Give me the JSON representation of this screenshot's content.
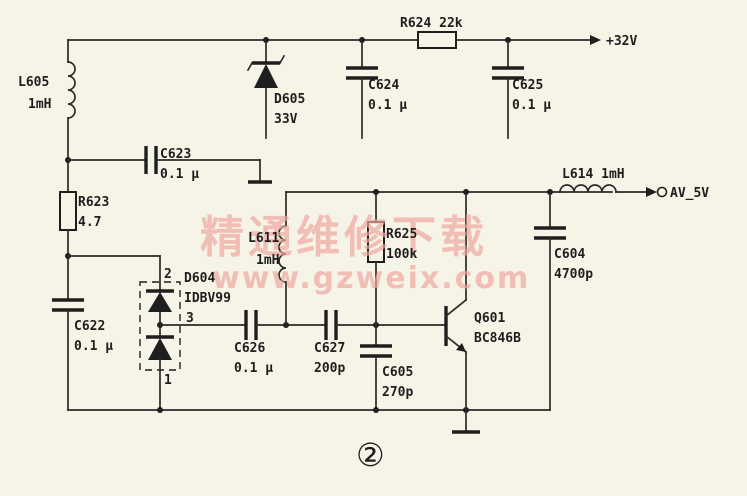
{
  "labels": {
    "r624": "R624 22k",
    "plus32": "+32V",
    "l605": "L605",
    "l605_val": "1mH",
    "d605": "D605",
    "d605_val": "33V",
    "c624": "C624",
    "c624_val": "0.1 µ",
    "c625": "C625",
    "c625_val": "0.1 µ",
    "c623": "C623",
    "c623_val": "0.1 µ",
    "l614": "L614 1mH",
    "av5v": "AV_5V",
    "r623": "R623",
    "r623_val": "4.7",
    "l611": "L611",
    "l611_val": "1mH",
    "r625": "R625",
    "r625_val": "100k",
    "c604": "C604",
    "c604_val": "4700p",
    "d604": "D604",
    "d604_val": "IDBV99",
    "pin2": "2",
    "pin3": "3",
    "pin1": "1",
    "c622": "C622",
    "c622_val": "0.1 µ",
    "c626": "C626",
    "c626_val": "0.1 µ",
    "c627": "C627",
    "c627_val": "200p",
    "c605": "C605",
    "c605_val": "270p",
    "q601": "Q601",
    "q601_val": "BC846B",
    "figure_number": "②"
  },
  "watermark": {
    "cn": "精通维修下载",
    "url": "www.gzweix.com"
  }
}
